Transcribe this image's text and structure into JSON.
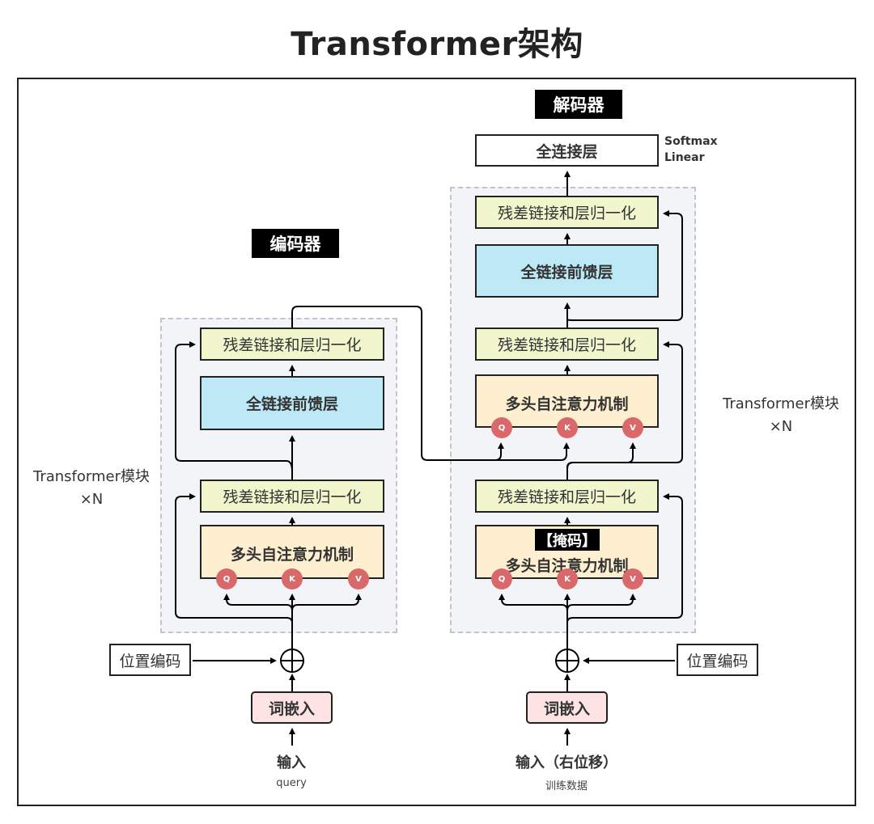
{
  "title": "Transformer架构",
  "encoder": {
    "tag": "编码器",
    "repeat_label_line1": "Transformer模块",
    "repeat_label_line2": "×N",
    "add_norm_top": "残差链接和层归一化",
    "ffn": "全链接前馈层",
    "add_norm_bottom": "残差链接和层归一化",
    "attention": "多头自注意力机制",
    "qkv": [
      "Q",
      "K",
      "V"
    ],
    "positional_encoding": "位置编码",
    "embedding": "词嵌入",
    "input": "输入",
    "input_sub": "query"
  },
  "decoder": {
    "tag": "解码器",
    "output_layer": "全连接层",
    "output_layer_notes": [
      "Softmax",
      "Linear"
    ],
    "repeat_label_line1": "Transformer模块",
    "repeat_label_line2": "×N",
    "add_norm_top": "残差链接和层归一化",
    "ffn": "全链接前馈层",
    "add_norm_middle": "残差链接和层归一化",
    "cross_attention": "多头自注意力机制",
    "add_norm_bottom": "残差链接和层归一化",
    "mask_tag": "【掩码】",
    "masked_attention": "多头自注意力机制",
    "qkv": [
      "Q",
      "K",
      "V"
    ],
    "positional_encoding": "位置编码",
    "embedding": "词嵌入",
    "input": "输入（右位移）",
    "input_sub": "训练数据"
  },
  "colors": {
    "add_norm": "#f1f6cd",
    "ffn": "#bde8f5",
    "attention": "#fdefcf",
    "embedding": "#fde3e3",
    "qkv_circle": "#d9686a",
    "stack_bg": "#f3f4f7"
  }
}
